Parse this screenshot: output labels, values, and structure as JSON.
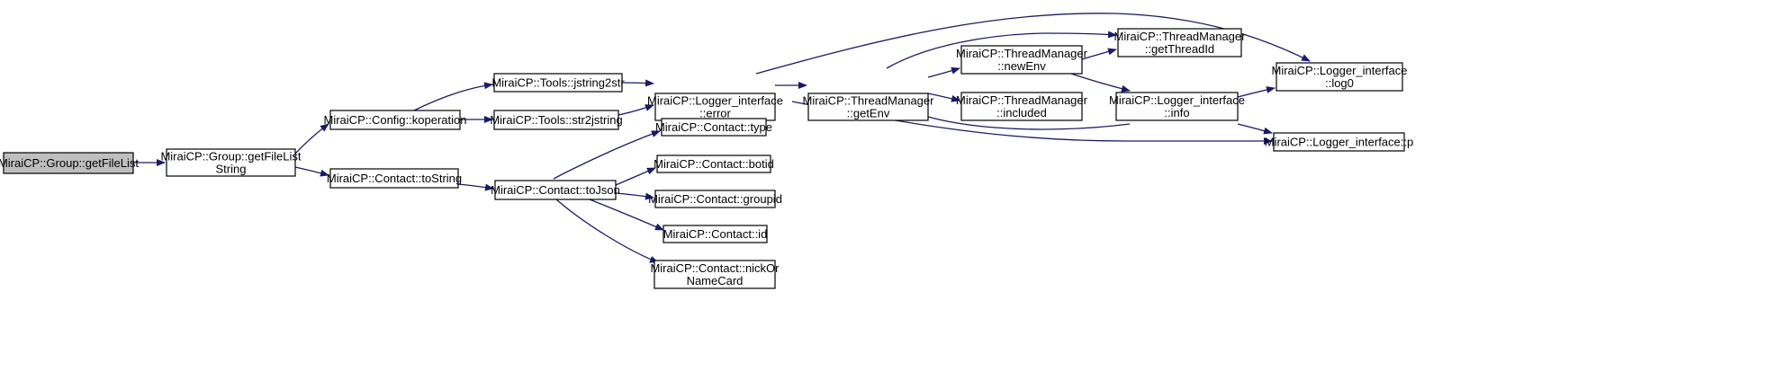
{
  "graph": {
    "type": "call-graph",
    "colors": {
      "edge": "#191970",
      "root_fill": "#bfbfbf",
      "node_fill": "#ffffff",
      "border": "#000000"
    },
    "nodes": [
      {
        "id": "n0",
        "lines": [
          "MiraiCP::Group::getFileList"
        ],
        "root": true
      },
      {
        "id": "n1",
        "lines": [
          "MiraiCP::Group::getFileList",
          "String"
        ]
      },
      {
        "id": "n2",
        "lines": [
          "MiraiCP::Config::koperation"
        ]
      },
      {
        "id": "n3",
        "lines": [
          "MiraiCP::Contact::toString"
        ]
      },
      {
        "id": "n4",
        "lines": [
          "MiraiCP::Tools::jstring2str"
        ]
      },
      {
        "id": "n5",
        "lines": [
          "MiraiCP::Tools::str2jstring"
        ]
      },
      {
        "id": "n6",
        "lines": [
          "MiraiCP::Logger_interface",
          "::error"
        ]
      },
      {
        "id": "n7",
        "lines": [
          "MiraiCP::ThreadManager",
          "::getEnv"
        ]
      },
      {
        "id": "n8",
        "lines": [
          "MiraiCP::ThreadManager",
          "::newEnv"
        ]
      },
      {
        "id": "n9",
        "lines": [
          "MiraiCP::ThreadManager",
          "::included"
        ]
      },
      {
        "id": "n10",
        "lines": [
          "MiraiCP::ThreadManager",
          "::getThreadId"
        ]
      },
      {
        "id": "n11",
        "lines": [
          "MiraiCP::Logger_interface",
          "::info"
        ]
      },
      {
        "id": "n12",
        "lines": [
          "MiraiCP::Logger_interface",
          "::log0"
        ]
      },
      {
        "id": "n13",
        "lines": [
          "MiraiCP::Logger_interface::p"
        ]
      },
      {
        "id": "n14",
        "lines": [
          "MiraiCP::Contact::toJson"
        ]
      },
      {
        "id": "n15",
        "lines": [
          "MiraiCP::Contact::type"
        ]
      },
      {
        "id": "n16",
        "lines": [
          "MiraiCP::Contact::botid"
        ]
      },
      {
        "id": "n17",
        "lines": [
          "MiraiCP::Contact::groupid"
        ]
      },
      {
        "id": "n18",
        "lines": [
          "MiraiCP::Contact::id"
        ]
      },
      {
        "id": "n19",
        "lines": [
          "MiraiCP::Contact::nickOr",
          "NameCard"
        ]
      }
    ],
    "edges": [
      {
        "from": "n0",
        "to": "n1"
      },
      {
        "from": "n1",
        "to": "n2"
      },
      {
        "from": "n1",
        "to": "n3"
      },
      {
        "from": "n2",
        "to": "n4"
      },
      {
        "from": "n2",
        "to": "n5"
      },
      {
        "from": "n3",
        "to": "n14"
      },
      {
        "from": "n4",
        "to": "n6"
      },
      {
        "from": "n5",
        "to": "n6"
      },
      {
        "from": "n6",
        "to": "n7"
      },
      {
        "from": "n6",
        "to": "n12"
      },
      {
        "from": "n6",
        "to": "n13"
      },
      {
        "from": "n7",
        "to": "n8"
      },
      {
        "from": "n7",
        "to": "n9"
      },
      {
        "from": "n7",
        "to": "n10"
      },
      {
        "from": "n8",
        "to": "n10"
      },
      {
        "from": "n8",
        "to": "n11"
      },
      {
        "from": "n11",
        "to": "n7"
      },
      {
        "from": "n11",
        "to": "n12"
      },
      {
        "from": "n11",
        "to": "n13"
      },
      {
        "from": "n14",
        "to": "n15"
      },
      {
        "from": "n14",
        "to": "n16"
      },
      {
        "from": "n14",
        "to": "n17"
      },
      {
        "from": "n14",
        "to": "n18"
      },
      {
        "from": "n14",
        "to": "n19"
      }
    ]
  }
}
